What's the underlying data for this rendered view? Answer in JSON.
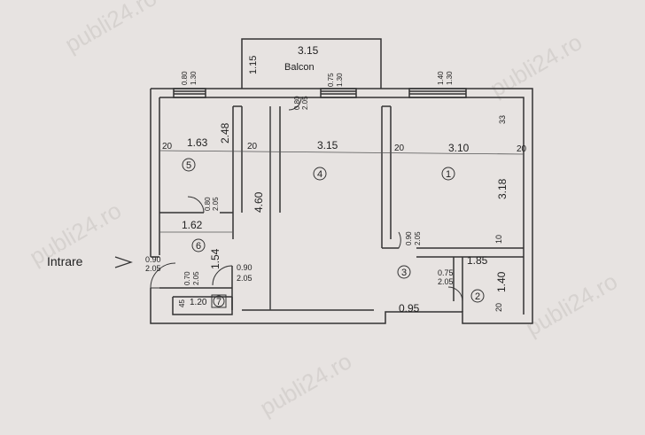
{
  "labels": {
    "entrance": "Intrare",
    "balcony": "Balcon",
    "balcony_width": "3.15",
    "balcony_depth": "1.15",
    "w5_h": "0.80",
    "w5_w": "1.30",
    "w4_h": "0.75",
    "w4_w": "1.30",
    "w1_h": "1.40",
    "w1_w": "1.30",
    "d_balcony_w": "0.80",
    "d_balcony_h": "2.05",
    "r5_width": "1.63",
    "r5_depth": "2.48",
    "r4_width": "3.15",
    "r4_depth": "4.60",
    "r1_width": "3.10",
    "r1_depth": "3.18",
    "wall_20a": "20",
    "wall_20b": "20",
    "wall_20c": "20",
    "wall_20d": "20",
    "wall_20e": "20",
    "wall_33": "33",
    "wall_10": "10",
    "wall_45": "45",
    "d5_w": "0.80",
    "d5_h": "2.05",
    "hall_width": "1.62",
    "hall_depth": "1.54",
    "d1_w": "0.90",
    "d1_h": "2.05",
    "d_entry_w": "0.90",
    "d_entry_h": "2.05",
    "d4_w": "0.90",
    "d4_h": "2.05",
    "d7_w": "0.70",
    "d7_h": "2.05",
    "r7_width": "1.20",
    "bath_width": "1.85",
    "bath_depth": "1.40",
    "d2_w": "0.75",
    "d2_h": "2.05",
    "r3_width": "0.95"
  },
  "rooms": [
    "1",
    "2",
    "3",
    "4",
    "5",
    "6",
    "7"
  ],
  "watermark": "publi24.ro"
}
